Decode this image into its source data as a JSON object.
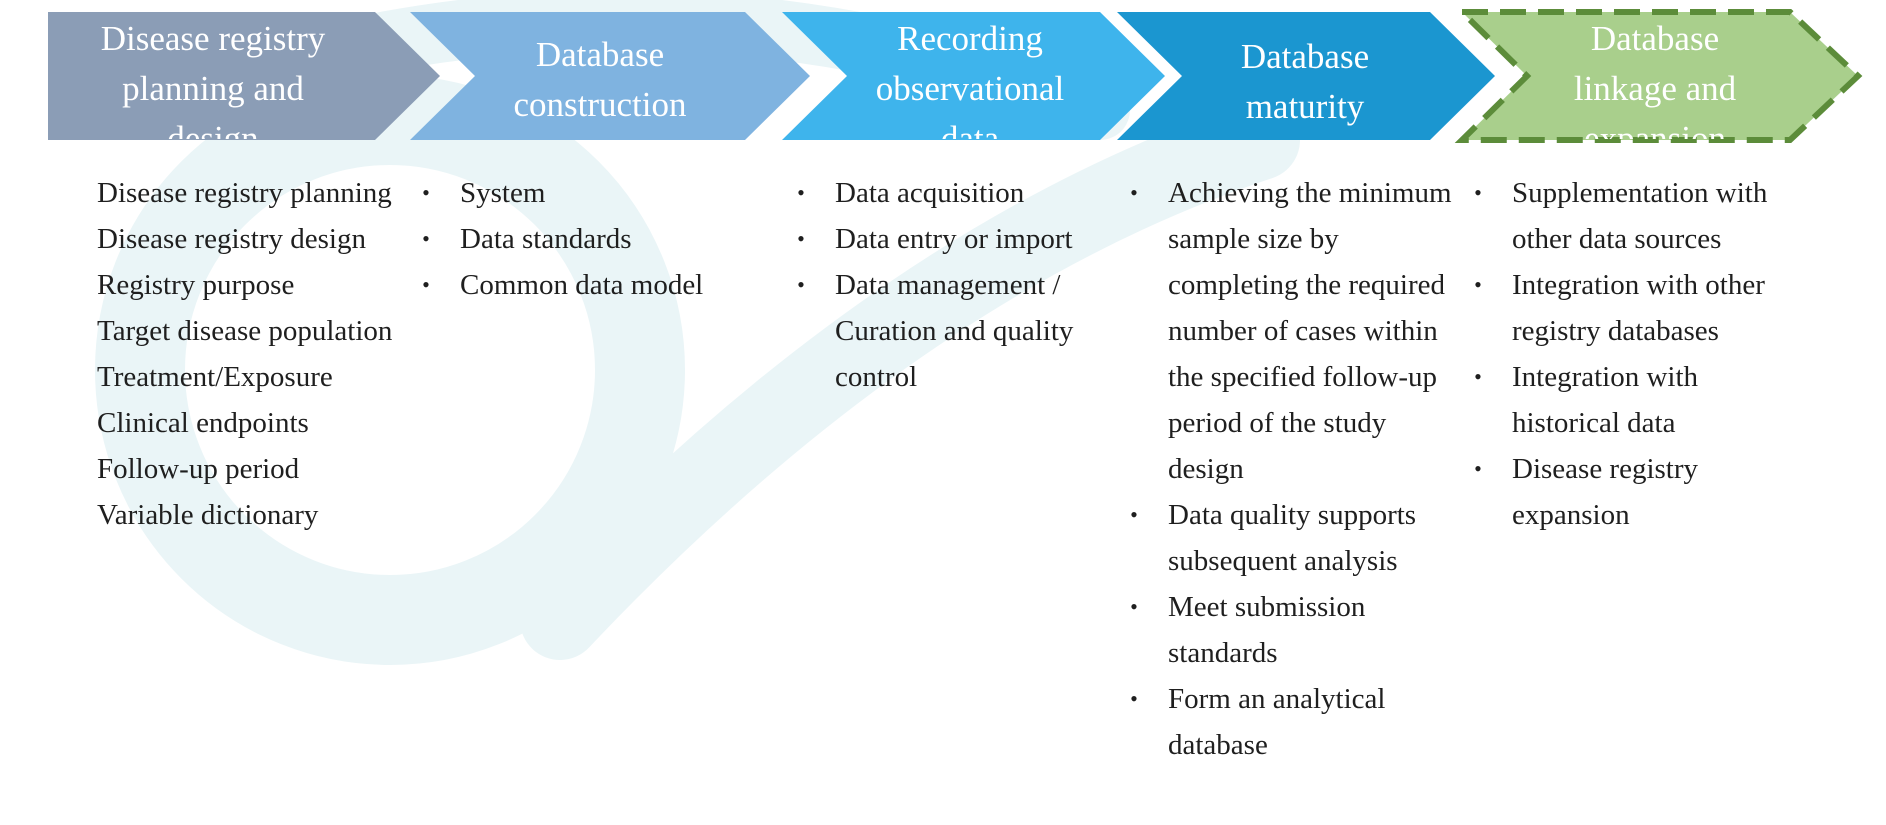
{
  "colors": {
    "stage1": "#8b9db6",
    "stage2": "#7fb3e0",
    "stage3": "#3eb4ec",
    "stage4": "#1b96d0",
    "stage5_fill": "#a9cf8c",
    "stage5_border": "#5c8c3a",
    "watermark": "#eaf5f7"
  },
  "stages": [
    {
      "title": "Disease registry planning and design",
      "items": [
        {
          "marker": "•",
          "text": "Disease registry planning"
        },
        {
          "marker": "•",
          "text": "Disease registry design"
        },
        {
          "marker": "−",
          "text": "Registry purpose"
        },
        {
          "marker": "−",
          "text": "Target disease population"
        },
        {
          "marker": "−",
          "text": "Treatment/Exposure"
        },
        {
          "marker": "−",
          "text": "Clinical endpoints"
        },
        {
          "marker": "−",
          "text": "Follow-up period"
        },
        {
          "marker": "−",
          "text": "Variable dictionary"
        }
      ]
    },
    {
      "title": "Database construction",
      "items": [
        {
          "marker": "•",
          "text": "System"
        },
        {
          "marker": "•",
          "text": "Data standards"
        },
        {
          "marker": "•",
          "text": "Common data model"
        }
      ]
    },
    {
      "title": "Recording observational data",
      "items": [
        {
          "marker": "•",
          "text": "Data acquisition"
        },
        {
          "marker": "•",
          "text": "Data entry or import"
        },
        {
          "marker": "•",
          "text": "Data management / Curation and quality control"
        }
      ]
    },
    {
      "title": "Database maturity",
      "items": [
        {
          "marker": "•",
          "text": "Achieving the minimum sample size by completing the required number of cases within the specified follow-up period of the study design"
        },
        {
          "marker": "•",
          "text": "Data quality supports subsequent analysis"
        },
        {
          "marker": "•",
          "text": "Meet submission standards"
        },
        {
          "marker": "•",
          "text": "Form an analytical database"
        }
      ]
    },
    {
      "title": "Database linkage and expansion",
      "items": [
        {
          "marker": "•",
          "text": "Supplementation with other data sources"
        },
        {
          "marker": "•",
          "text": "Integration with other registry databases"
        },
        {
          "marker": "•",
          "text": "Integration with historical data"
        },
        {
          "marker": "•",
          "text": "Disease registry expansion"
        }
      ]
    }
  ]
}
